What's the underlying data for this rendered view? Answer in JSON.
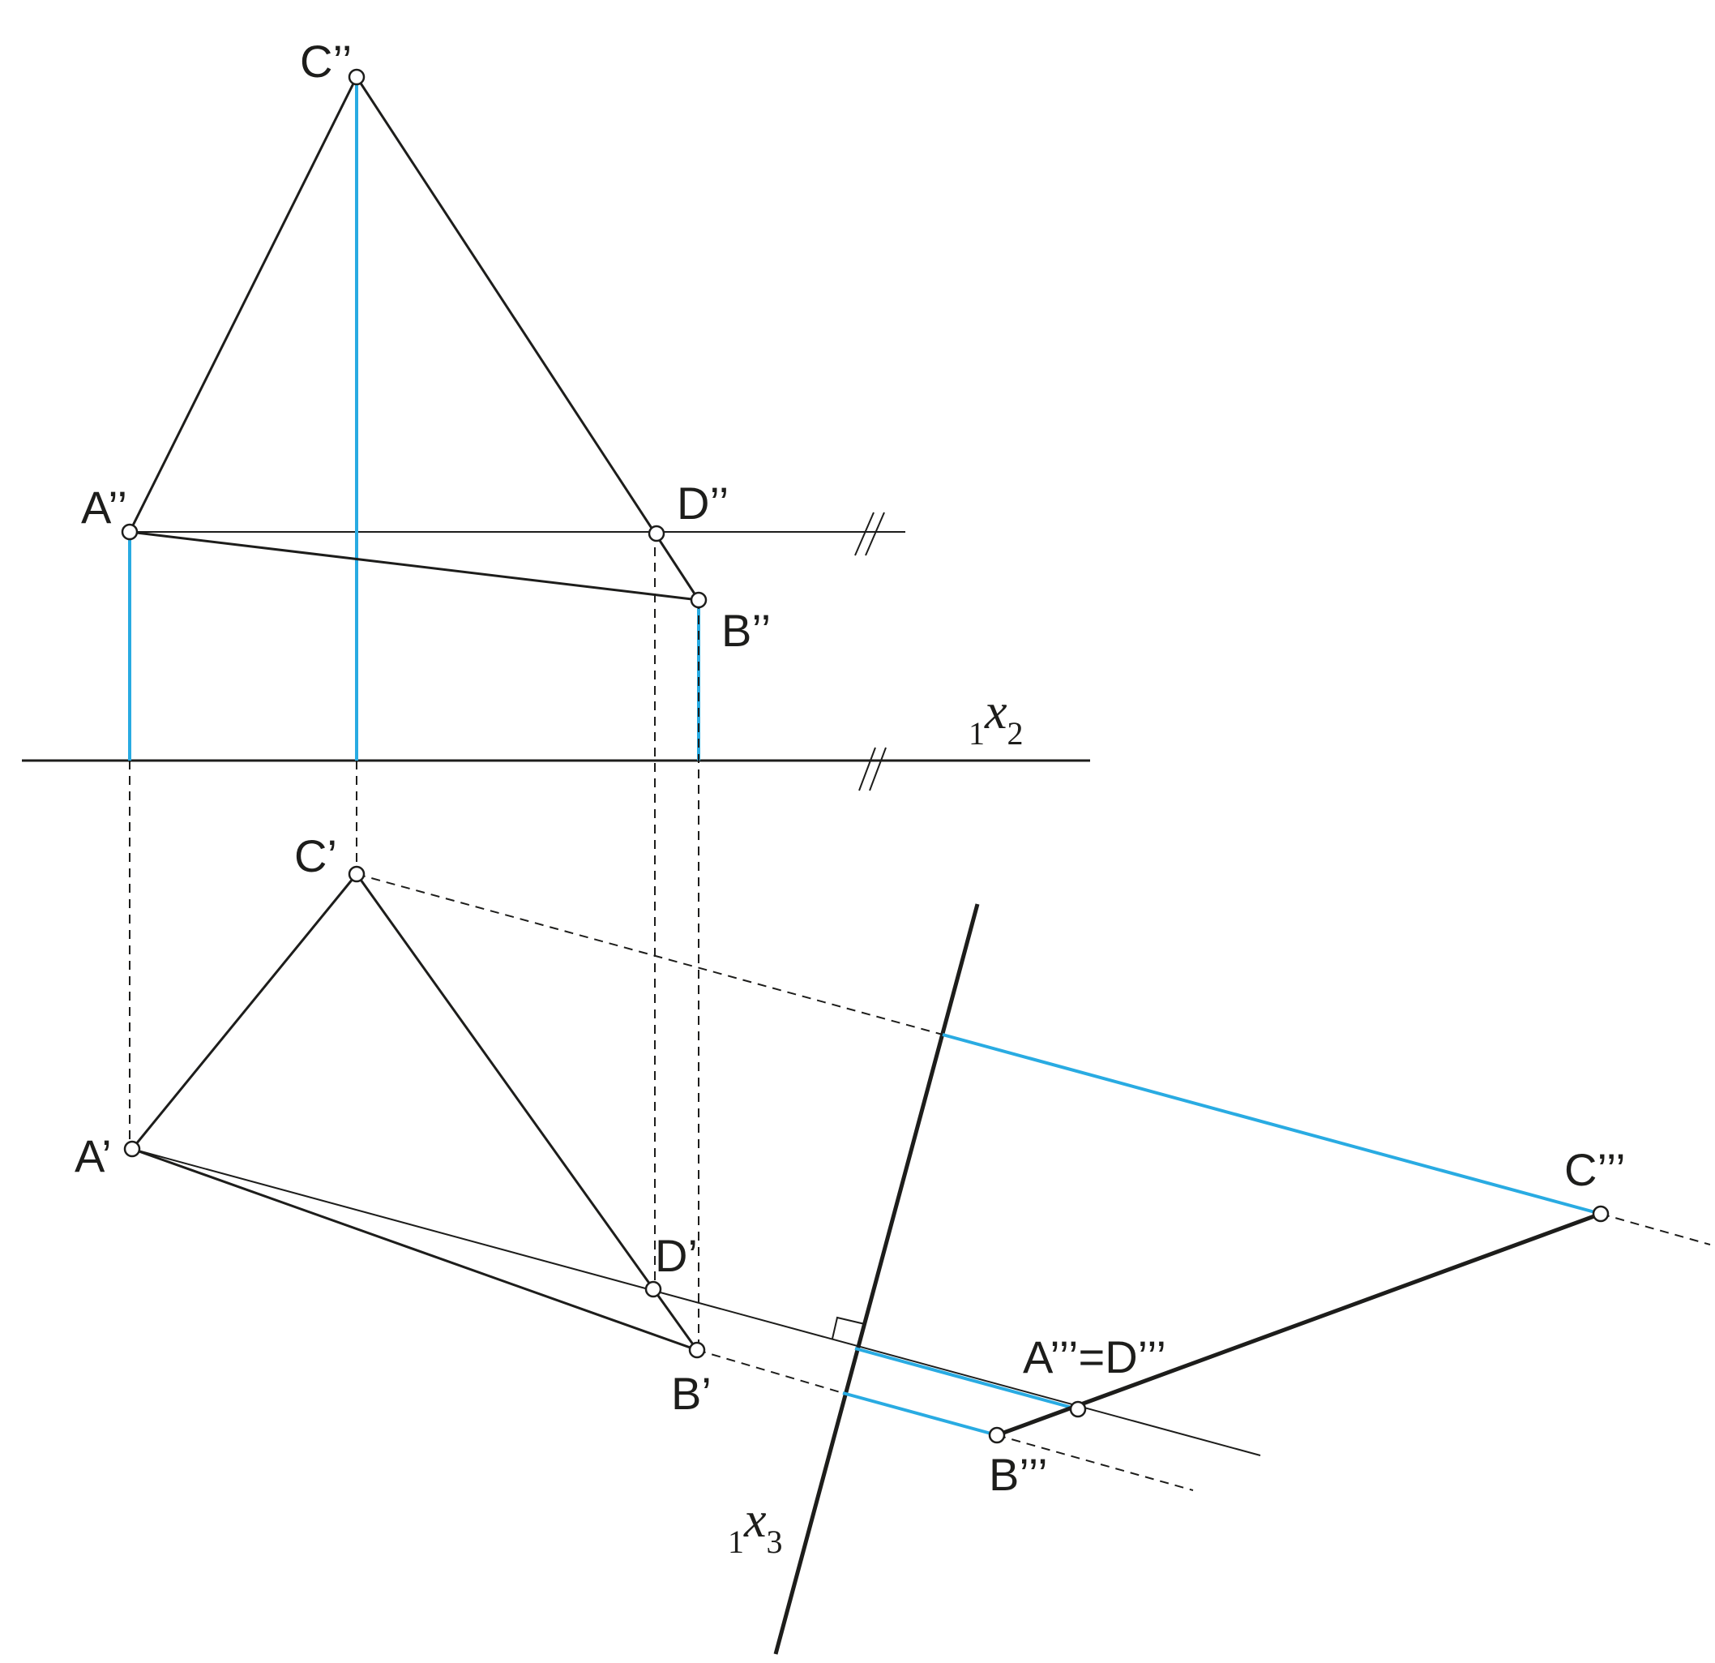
{
  "points": {
    "C2": "C’’",
    "A2": "A’’",
    "D2": "D’’",
    "B2": "B’’",
    "C1": "C’",
    "A1": "A’",
    "D1": "D’",
    "B1": "B’",
    "C3": "C’’’",
    "AD3": "A’’’=D’’’",
    "B3": "B’’’"
  },
  "axes": {
    "x12": {
      "pre": "1",
      "main": "x",
      "post": "2"
    },
    "x13": {
      "pre": "1",
      "main": "x",
      "post": "3"
    }
  },
  "colors": {
    "ink": "#1d1d1b",
    "projection": "#29abe2"
  }
}
